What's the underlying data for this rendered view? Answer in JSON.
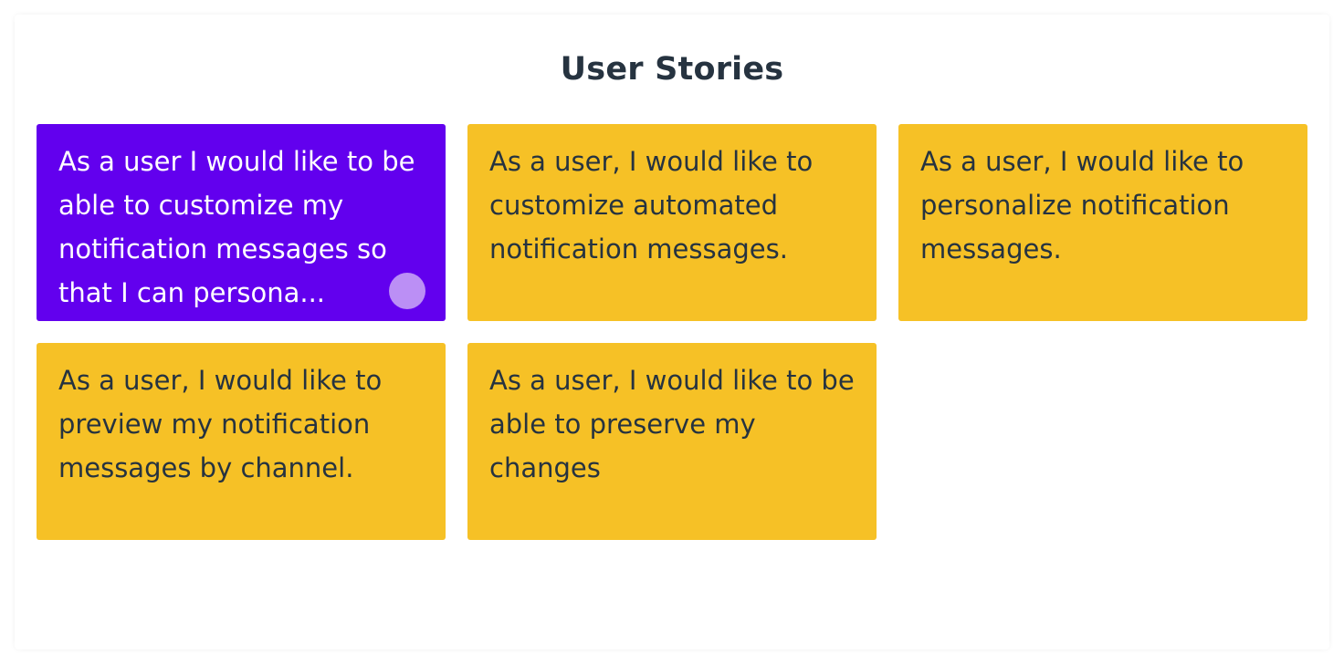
{
  "board": {
    "title": "User Stories"
  },
  "cards": [
    {
      "text": "As a user I would like to be able to customize my notification messages so that I can persona...",
      "selected": true,
      "color": "#6200ee"
    },
    {
      "text": "As a user, I would like to customize automated notification messages.",
      "selected": false,
      "color": "#f6c126"
    },
    {
      "text": "As a user, I would like to personalize notification messages.",
      "selected": false,
      "color": "#f6c126"
    },
    {
      "text": "As a user, I would like to preview my notification messages by channel.",
      "selected": false,
      "color": "#f6c126"
    },
    {
      "text": "As a user, I would like to be able to preserve my changes",
      "selected": false,
      "color": "#f6c126"
    }
  ],
  "presence_indicator": {
    "color": "#bb8ff5"
  }
}
